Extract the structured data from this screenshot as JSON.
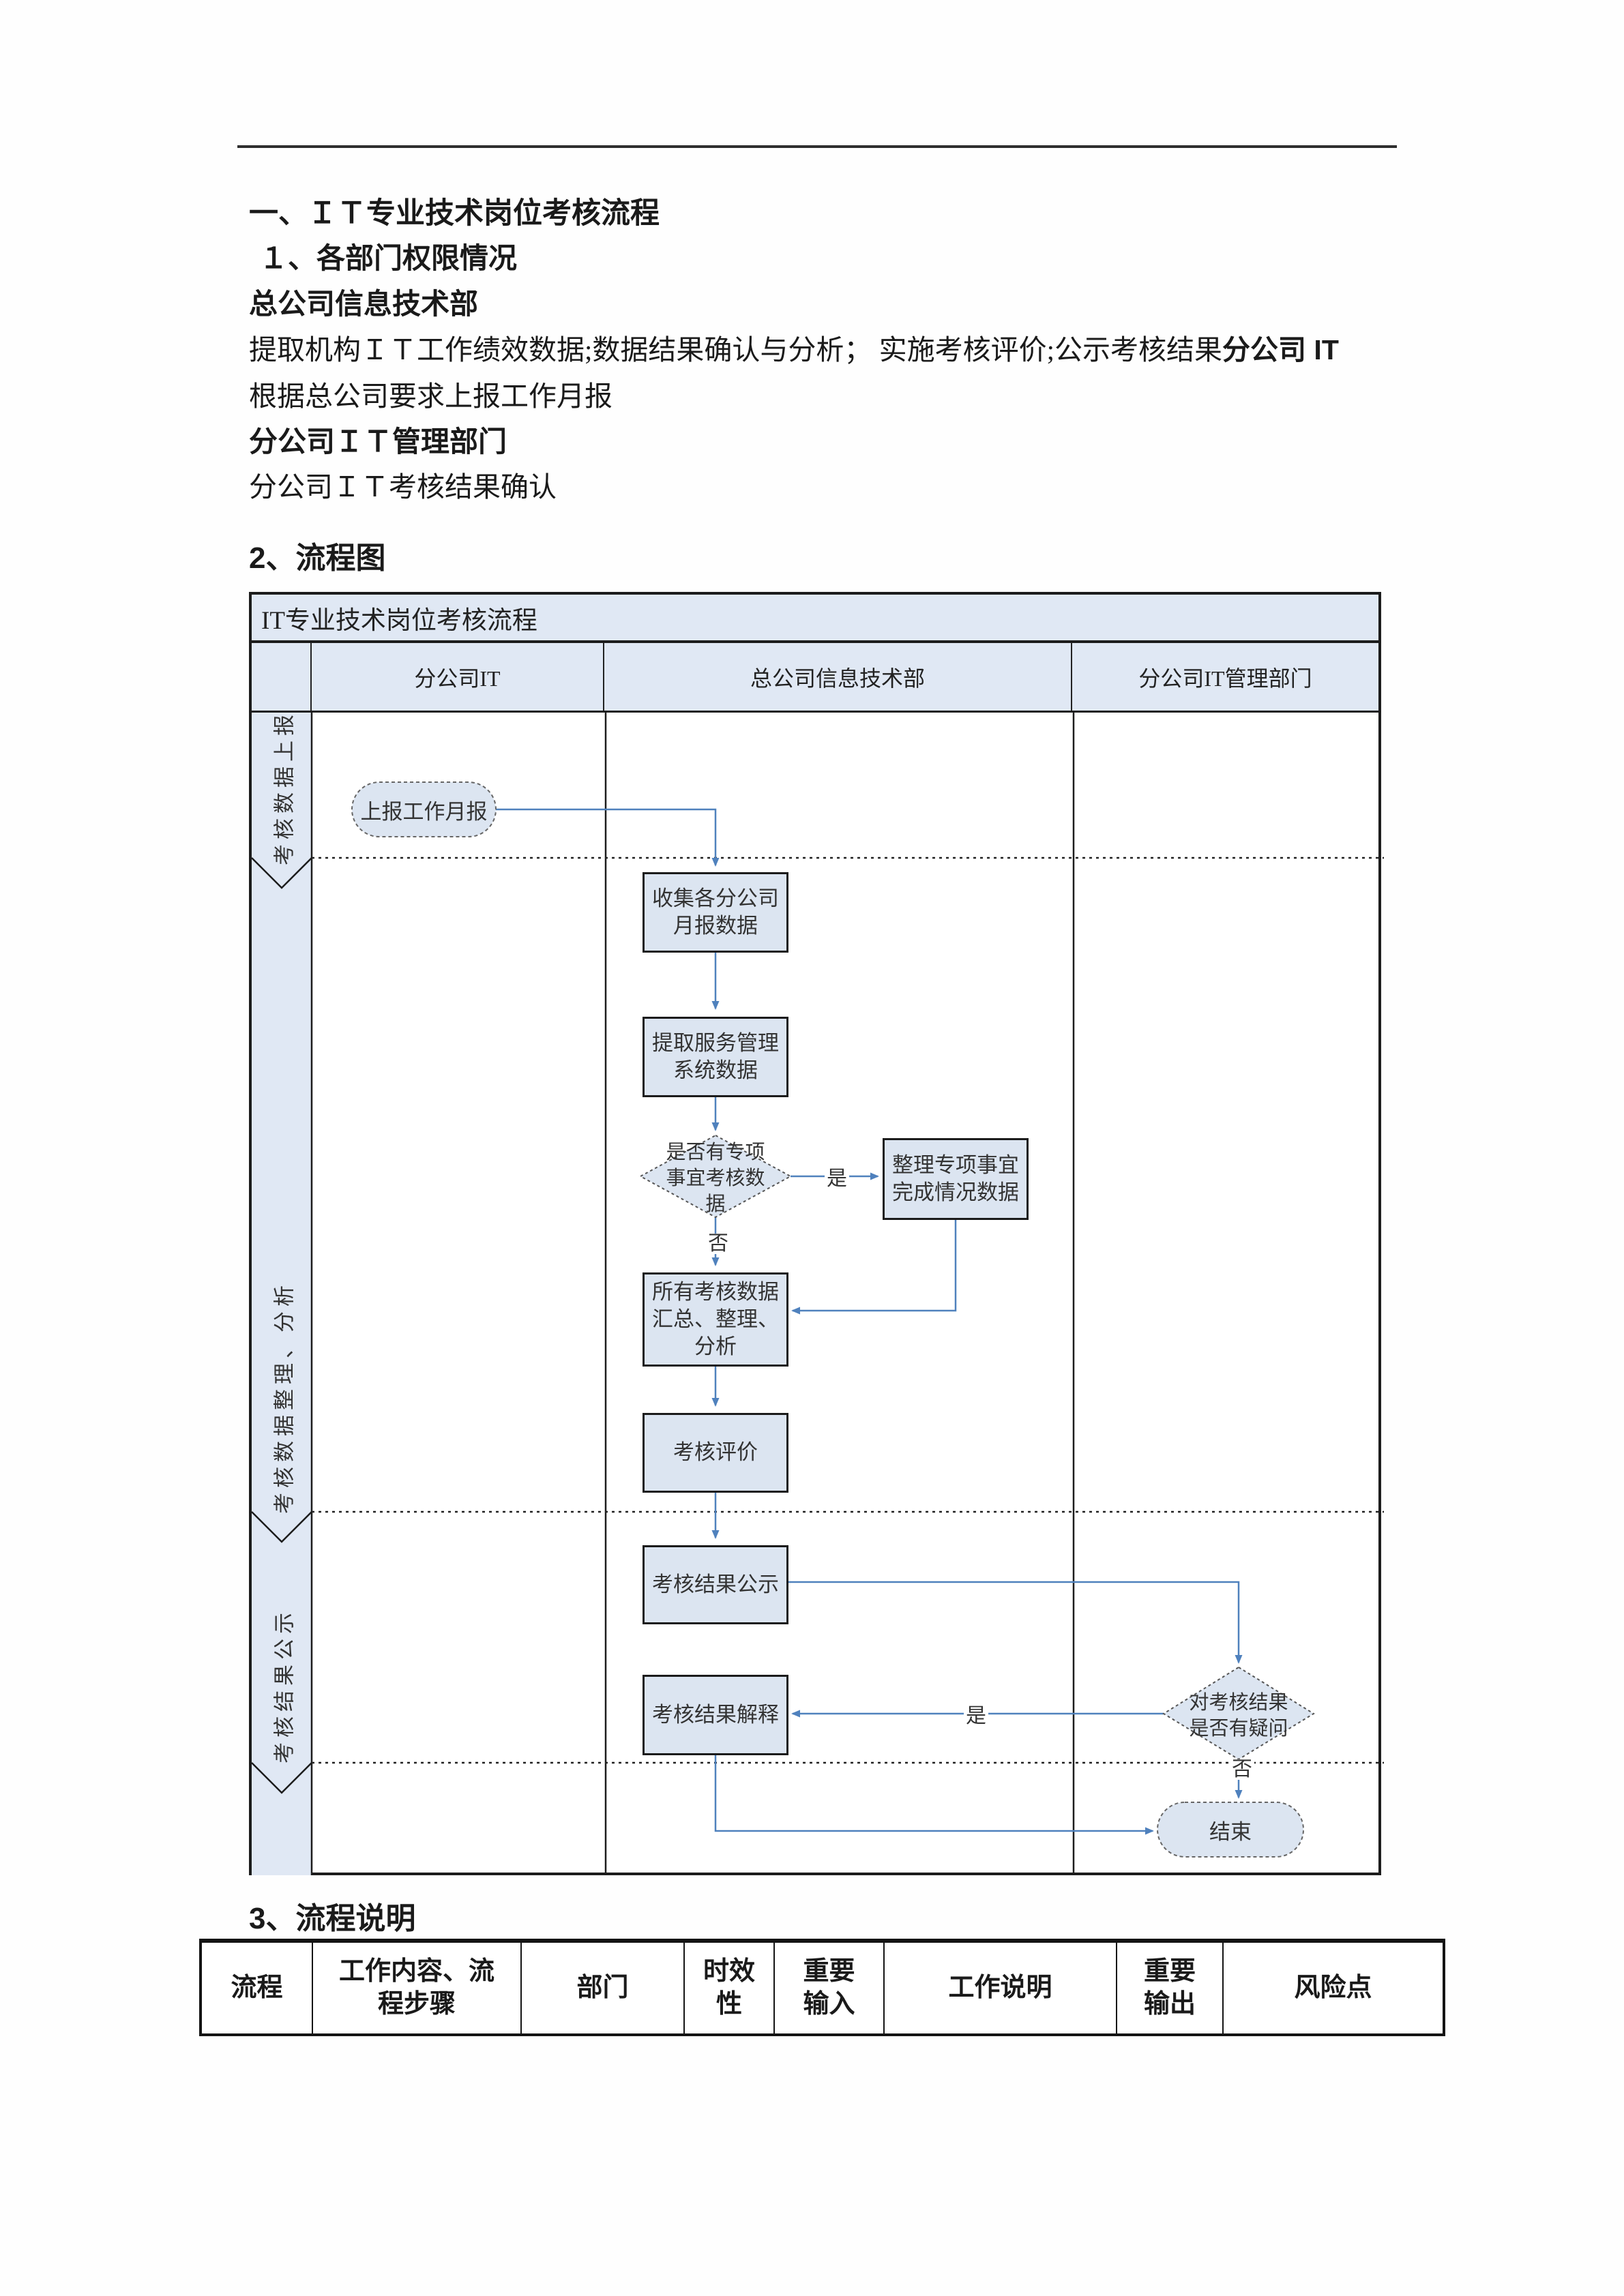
{
  "doc": {
    "heading1": "一、ＩＴ专业技术岗位考核流程",
    "heading2": "１、各部门权限情况",
    "section1_title": "总公司信息技术部",
    "section1_body": "提取机构ＩＴ工作绩效数据;数据结果确认与分析； 实施考核评价;公示考核结果",
    "section1_body_bold": "分公司 IT",
    "section1_body_line2": "根据总公司要求上报工作月报",
    "section2_title": "分公司ＩＴ管理部门",
    "section2_body": "分公司ＩＴ考核结果确认",
    "flow_heading": "2、流程图",
    "desc_heading": "3、流程说明"
  },
  "flowchart": {
    "title": "IT专业技术岗位考核流程",
    "lanes": [
      {
        "label": "分公司IT"
      },
      {
        "label": "总公司信息技术部"
      },
      {
        "label": "分公司IT管理部门"
      }
    ],
    "phases": [
      {
        "label": "考核数据上报"
      },
      {
        "label": "考核数据整理、分析"
      },
      {
        "label": "考核结果公示"
      }
    ],
    "nodes": {
      "start": "上报工作月报",
      "collect": "收集各分公司\n月报数据",
      "extract": "提取服务管理\n系统数据",
      "decision_special": "是否有专项\n事宜考核数\n据",
      "special": "整理专项事宜\n完成情况数据",
      "summarize": "所有考核数据\n汇总、整理、\n分析",
      "evaluate": "考核评价",
      "publish": "考核结果公示",
      "explain": "考核结果解释",
      "decision_doubt": "对考核结果\n是否有疑问",
      "end": "结束"
    },
    "labels": {
      "yes": "是",
      "no": "否"
    },
    "colors": {
      "node_fill": "#dce5f1",
      "band_fill": "#e0e8f4",
      "connector": "#4f81bd",
      "border": "#1c1c1c"
    }
  },
  "desc_table": {
    "headers": [
      "流程",
      "工作内容、流\n程步骤",
      "部门",
      "时效\n性",
      "重要\n输入",
      "工作说明",
      "重要\n输出",
      "风险点"
    ]
  }
}
